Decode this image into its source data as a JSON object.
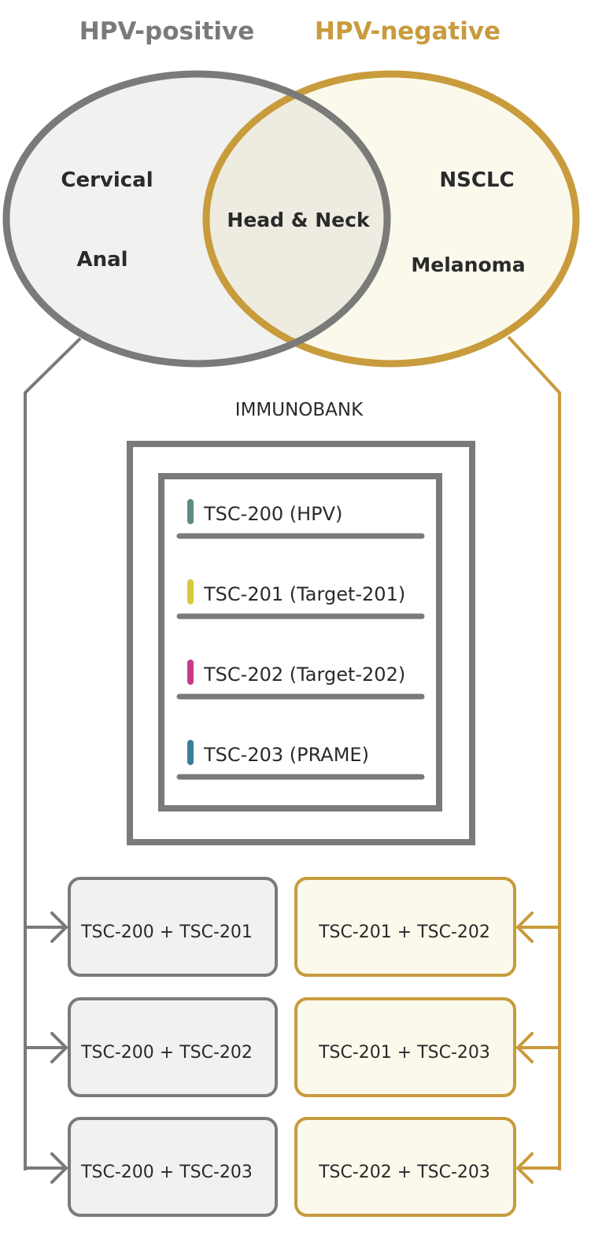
{
  "venn": {
    "left_title": "HPV-positive",
    "right_title": "HPV-negative",
    "left_items": [
      "Cervical",
      "Anal"
    ],
    "overlap_item": "Head & Neck",
    "right_items": [
      "NSCLC",
      "Melanoma"
    ]
  },
  "immunobank": {
    "label": "IMMUNOBANK",
    "entries": [
      {
        "label": "TSC-200 (HPV)",
        "color": "#5f8a84"
      },
      {
        "label": "TSC-201 (Target-201)",
        "color": "#d8c93c"
      },
      {
        "label": "TSC-202 (Target-202)",
        "color": "#c63a8c"
      },
      {
        "label": "TSC-203 (PRAME)",
        "color": "#3a7e96"
      }
    ]
  },
  "combos": {
    "left": [
      "TSC-200 + TSC-201",
      "TSC-200 + TSC-202",
      "TSC-200 + TSC-203"
    ],
    "right": [
      "TSC-201 + TSC-202",
      "TSC-201 + TSC-203",
      "TSC-202 + TSC-203"
    ]
  },
  "colors": {
    "gray": "#7a7a78",
    "gold": "#c89b3c",
    "gray_fill": "#f1f1ef",
    "gold_fill": "#fbf9ec",
    "overlap_fill": "#eeece0",
    "text": "#2a2a2a"
  }
}
